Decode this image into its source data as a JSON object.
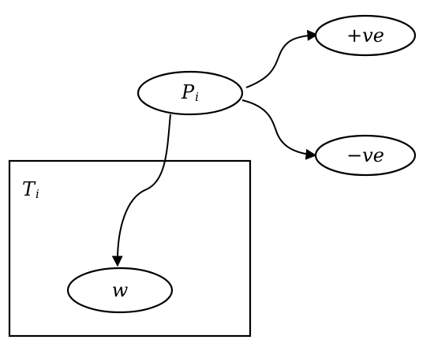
{
  "plate": {
    "label_main": "T",
    "label_sub": "i"
  },
  "nodes": {
    "p": {
      "main": "P",
      "sub": "i"
    },
    "pos": {
      "sign": "+",
      "text": "ve"
    },
    "neg": {
      "sign": "−",
      "text": "ve"
    },
    "w": {
      "text": "w"
    }
  },
  "colors": {
    "stroke": "#000000",
    "background": "#ffffff"
  }
}
